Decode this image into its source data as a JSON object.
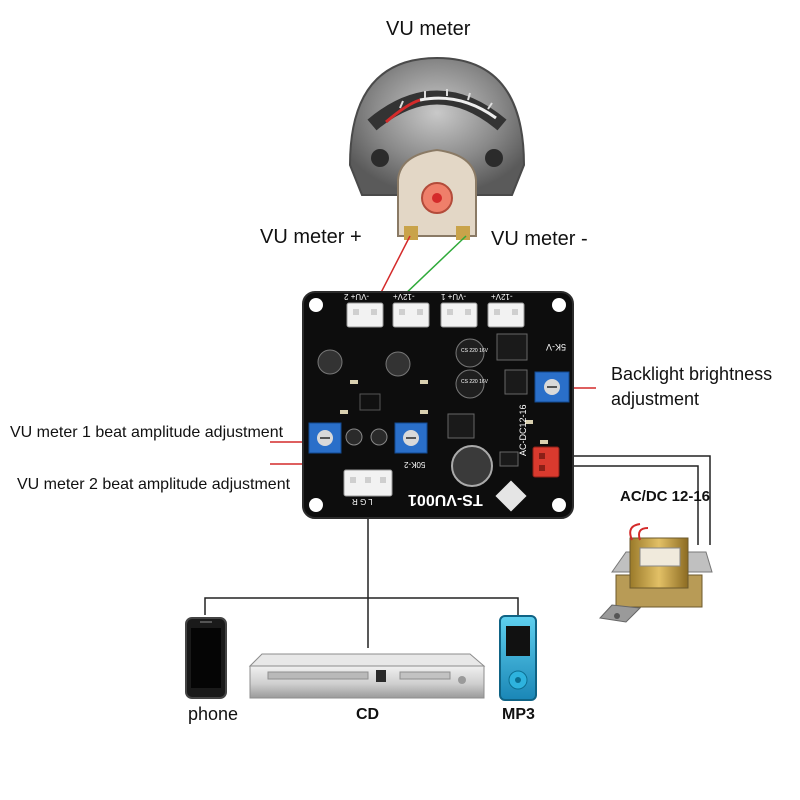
{
  "labels": {
    "vu_meter_title": "VU meter",
    "vu_meter_plus": "VU meter +",
    "vu_meter_minus": "VU meter -",
    "backlight_line1": "Backlight brightness",
    "backlight_line2": "adjustment",
    "vu1_adjust": "VU meter 1 beat amplitude adjustment",
    "vu2_adjust": "VU meter 2 beat amplitude adjustment",
    "acdc": "AC/DC 12-16",
    "phone": "phone",
    "cd": "CD",
    "mp3": "MP3"
  },
  "board": {
    "model": "TS-VU001",
    "power_label": "AC-DC12-16",
    "pot_label": "5K-V",
    "pot2_label": "50K-2",
    "input_pins": "L G R",
    "connectors": [
      "-VU+ 2",
      "-12V+",
      "-VU+ 1",
      "-12V+"
    ],
    "cap1": "CS 220 16V",
    "cap2": "CS 220 16V"
  },
  "colors": {
    "wire_black": "#222222",
    "wire_red": "#d42a2a",
    "wire_green": "#2faa3a",
    "board": "#0d0d0d",
    "pot_blue": "#2a6fc9",
    "power_connector": "#d93a2e",
    "transformer_yellow": "#d8b14a"
  }
}
